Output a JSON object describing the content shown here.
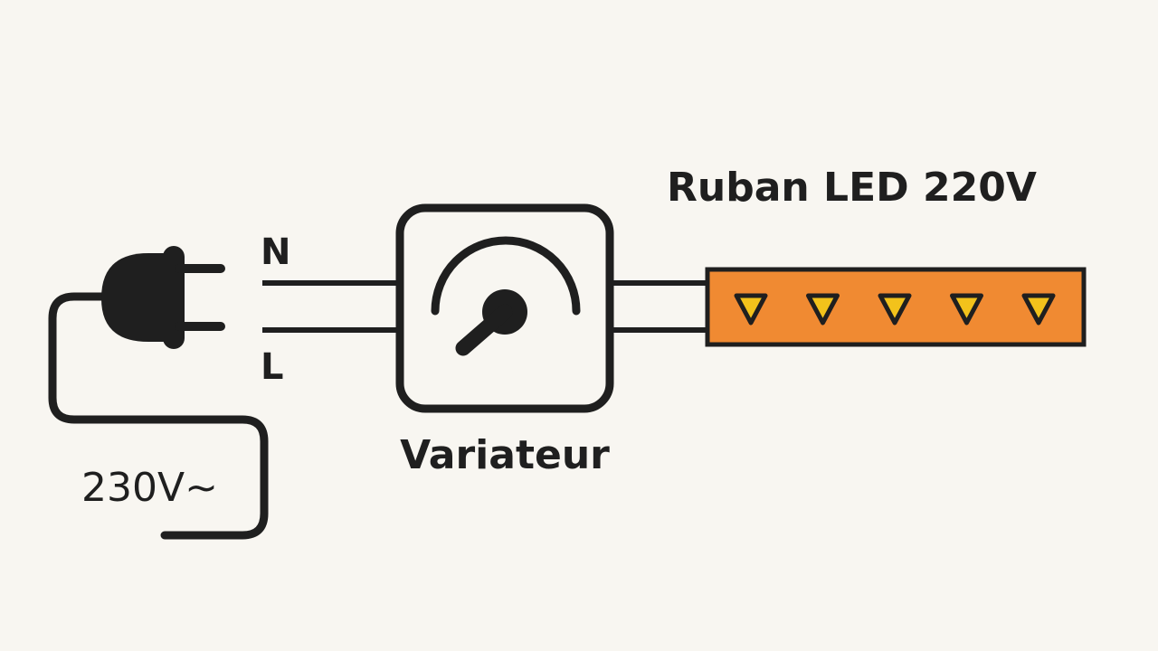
{
  "labels": {
    "strip": "Ruban LED 220V",
    "neutral": "N",
    "line": "L",
    "dimmer": "Variateur",
    "supply": "230V~"
  },
  "colors": {
    "ink": "#1f1f1f",
    "background": "#f8f6f1",
    "strip_fill": "#f08a32",
    "led_fill": "#f2c21b"
  },
  "icons": {
    "plug": "plug-icon",
    "dimmer": "dimmer-dial-icon",
    "led": "led-triangle-icon"
  },
  "led_count": 5
}
